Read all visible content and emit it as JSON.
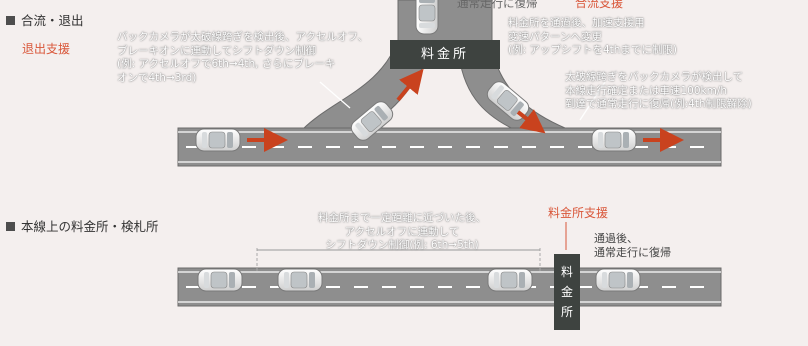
{
  "section1": {
    "title": "合流・退出",
    "exit_label": "退出支援",
    "merge_label": "合流支援",
    "top_text": "通常走行に復帰",
    "gate_label": "料金所",
    "callout_exit": [
      "バックカメラが太破線跨ぎを検出後、アクセルオフ、",
      "ブレーキオンに連動してシフトダウン制御",
      "(例: アクセルオフで6th→4th, さらにブレーキ",
      "オンで4th→3rd)"
    ],
    "callout_merge_pattern": [
      "料金所を通過後、加速支援用",
      "変速パターンへ変更",
      "(例: アップシフトを4thまでに制限)"
    ],
    "callout_merge_return": [
      "太破線跨ぎをバックカメラが検出して",
      "本線走行確定または車速100km/h",
      "到達で通常走行に復帰(例:4th制限解除)"
    ]
  },
  "section2": {
    "title": "本線上の料金所・検札所",
    "tollgate_label": "料金所支援",
    "callout_approach": [
      "料金所まで一定距離に近づいた後、",
      "アクセルオフに連動して",
      "シフトダウン制御(例: 6th→5th)"
    ],
    "callout_after": [
      "通過後、",
      "通常走行に復帰"
    ],
    "gate_chars": [
      "料",
      "金",
      "所"
    ]
  },
  "colors": {
    "road": "#8e8e8e",
    "road_edge": "#6b6b6b",
    "lane_mark": "#ffffff",
    "accent_red": "#d9573a",
    "arrow_red": "#c9421e",
    "gate_box": "#3e4340",
    "background": "#f4efee"
  }
}
